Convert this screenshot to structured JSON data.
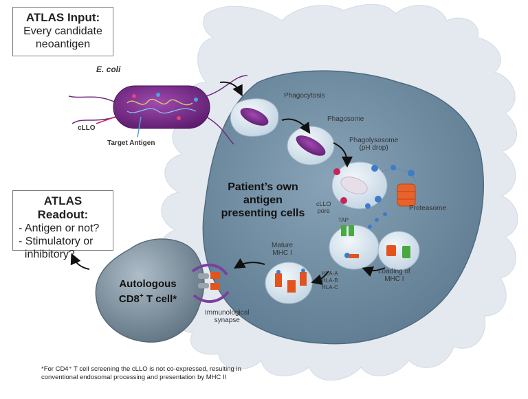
{
  "input_box": {
    "title": "ATLAS Input:",
    "lines": [
      "Every candidate",
      "neoantigen"
    ]
  },
  "readout_box": {
    "title": "ATLAS Readout:",
    "lines": [
      "- Antigen or not?",
      "- Stimulatory or",
      "  inhibitory?"
    ]
  },
  "labels": {
    "ecoli": "E. coli",
    "cllo": "cLLO",
    "target_antigen": "Target Antigen",
    "phagocytosis": "Phagocytosis",
    "phagosome": "Phagosome",
    "phagolysosome_1": "Phagolysosome",
    "phagolysosome_2": "(pH drop)",
    "cllo_pore_1": "cLLO",
    "cllo_pore_2": "pore",
    "proteasome": "Proteasome",
    "tap": "TAP",
    "mature_1": "Mature",
    "mature_2": "MHC I",
    "loading_1": "Loading of",
    "loading_2": "MHC I",
    "hla_a": "HLA-A",
    "hla_b": "HLA-B",
    "hla_c": "HLA-C",
    "synapse_1": "Immunological",
    "synapse_2": "synapse"
  },
  "apc_label": [
    "Patient’s own",
    "antigen",
    "presenting cells"
  ],
  "tcell_label": {
    "line1": "Autologous",
    "line2_main": "CD8",
    "line2_sup": "+",
    "line2_rest": " T cell*"
  },
  "footnote": [
    "*For CD4⁺ T cell screening the cLLO is not co-expressed, resulting in",
    "conventional endosomal processing and presentation by MHC II"
  ],
  "colors": {
    "apc_outer": "#e4e9ef",
    "apc_inner": "#6e8aa0",
    "vesicle": "#d4e1ec",
    "bacterium": "#7a2b8c",
    "mhc": "#e2531e",
    "tap": "#49a840",
    "proteasome": "#e8632b",
    "tcell": "#7f929f"
  }
}
